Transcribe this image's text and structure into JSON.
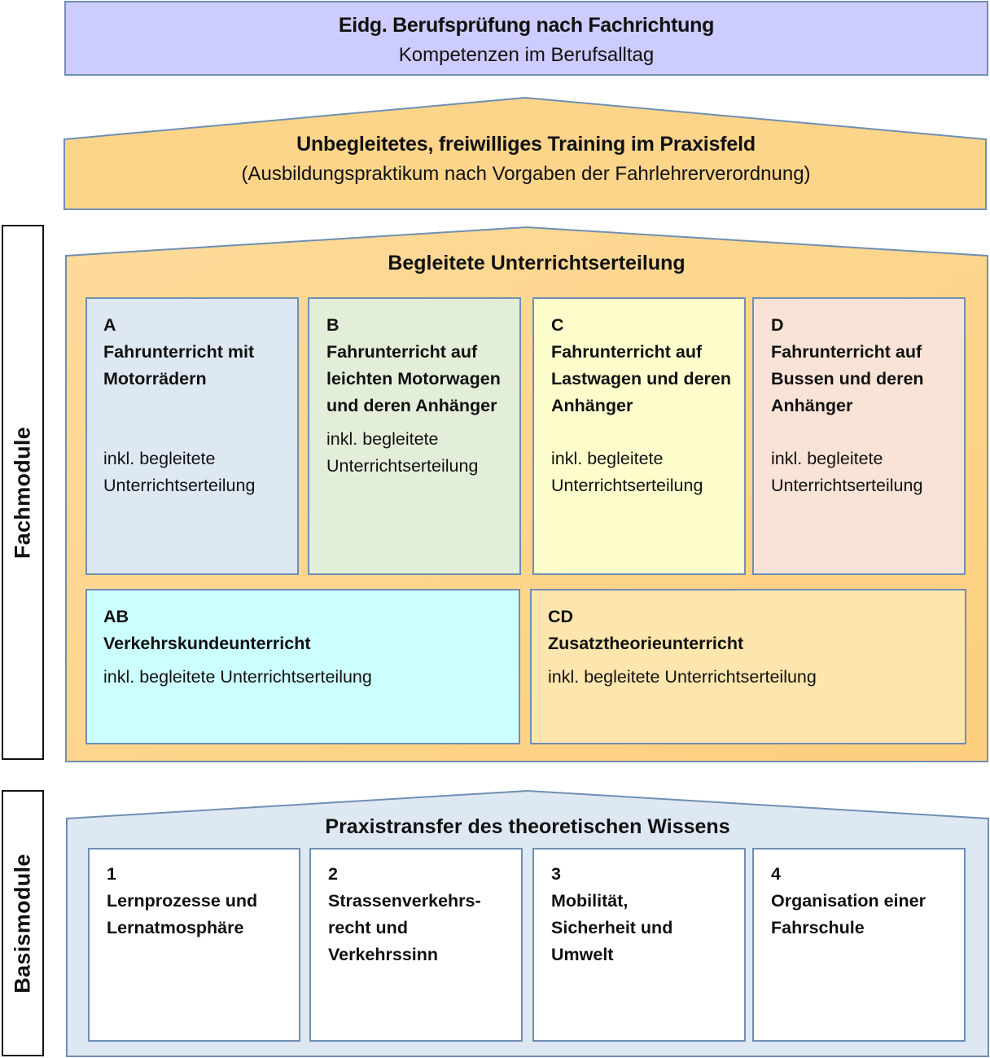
{
  "exam": {
    "title": "Eidg. Berufsprüfung nach Fachrichtung",
    "subtitle": "Kompetenzen im Berufsalltag"
  },
  "training": {
    "title": "Unbegleitetes, freiwilliges Training im Praxisfeld",
    "subtitle": "(Ausbildungspraktikum nach Vorgaben der Fahrlehrerverordnung)"
  },
  "fachmodule": {
    "side_label": "Fachmodule",
    "heading": "Begleitete Unterrichtserteilung",
    "modules": [
      {
        "code": "A",
        "title": "Fahrunterricht mit Motorrädern",
        "note": "inkl. begleitete Unterrichtserteilung",
        "color": "#dee8f3"
      },
      {
        "code": "B",
        "title": "Fahrunterricht auf leichten Motorwagen und deren Anhänger",
        "note": "inkl. begleitete Unterrichtserteilung",
        "color": "#e3eed9"
      },
      {
        "code": "C",
        "title": "Fahrunterricht auf Lastwagen und deren Anhänger",
        "note": "inkl. begleitete Unterrichtserteilung",
        "color": "#fdfdcc"
      },
      {
        "code": "D",
        "title": "Fahrunterricht auf Bussen und deren Anhänger",
        "note": "inkl. begleitete Unterrichtserteilung",
        "color": "#f8e3d6"
      },
      {
        "code": "AB",
        "title": "Verkehrskundeunterricht",
        "note": "inkl. begleitete Unterrichtserteilung",
        "color": "#ccffff"
      },
      {
        "code": "CD",
        "title": "Zusatztheorieunterricht",
        "note": "inkl. begleitete Unterrichtserteilung",
        "color": "#fde6ad"
      }
    ]
  },
  "basismodule": {
    "side_label": "Basismodule",
    "heading": "Praxistransfer des theoretischen Wissens",
    "modules": [
      {
        "code": "1",
        "title": "Lernprozesse und Lernatmosphäre"
      },
      {
        "code": "2",
        "title": "Strassenverkehrs-recht und Verkehrssinn"
      },
      {
        "code": "3",
        "title": "Mobilität, Sicherheit und Umwelt"
      },
      {
        "code": "4",
        "title": "Organisation einer Fahrschule"
      }
    ]
  },
  "colors": {
    "exam_bg": "#ccccff",
    "orange_bg": "#fdd58a",
    "basis_bg": "#dee8f3",
    "border": "#6f8fb4"
  }
}
